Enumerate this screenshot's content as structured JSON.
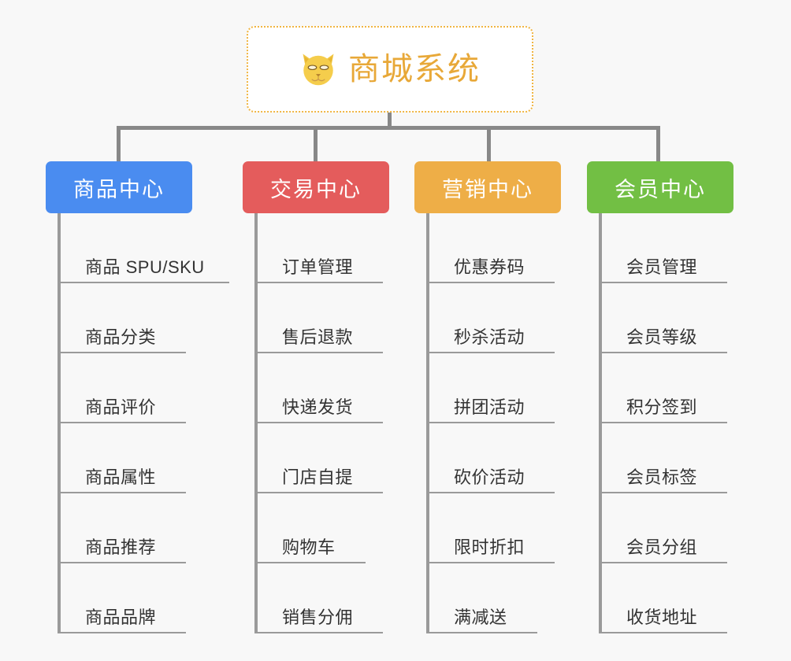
{
  "diagram": {
    "type": "organization-tree",
    "background_color": "#f8f8f8",
    "connector_color": "#9a9a9a",
    "root": {
      "title": "商城系统",
      "icon": "shiba-dog-icon",
      "text_color": "#e8a838",
      "border_color": "#f0b542",
      "background_color": "#ffffff"
    },
    "columns": [
      {
        "header": "商品中心",
        "color": "#4a8cf0",
        "items": [
          "商品 SPU/SKU",
          "商品分类",
          "商品评价",
          "商品属性",
          "商品推荐",
          "商品品牌"
        ]
      },
      {
        "header": "交易中心",
        "color": "#e45c5c",
        "items": [
          "订单管理",
          "售后退款",
          "快递发货",
          "门店自提",
          "购物车",
          "销售分佣"
        ]
      },
      {
        "header": "营销中心",
        "color": "#eeae47",
        "items": [
          "优惠券码",
          "秒杀活动",
          "拼团活动",
          "砍价活动",
          "限时折扣",
          "满减送"
        ]
      },
      {
        "header": "会员中心",
        "color": "#72bf44",
        "items": [
          "会员管理",
          "会员等级",
          "积分签到",
          "会员标签",
          "会员分组",
          "收货地址"
        ]
      }
    ]
  }
}
